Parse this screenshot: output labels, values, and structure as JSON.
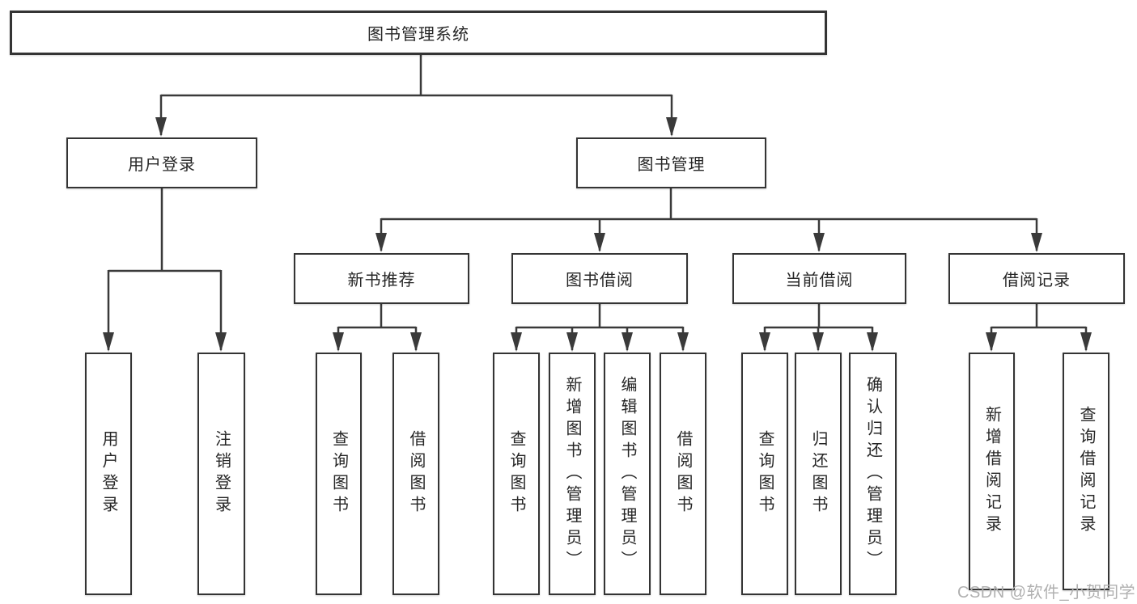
{
  "diagram": {
    "root": {
      "label": "图书管理系统"
    },
    "level2": [
      {
        "id": "user-login",
        "label": "用户登录"
      },
      {
        "id": "book-management",
        "label": "图书管理"
      }
    ],
    "level3": [
      {
        "id": "new-book-recommend",
        "label": "新书推荐",
        "parent": "图书管理"
      },
      {
        "id": "book-borrowing",
        "label": "图书借阅",
        "parent": "图书管理"
      },
      {
        "id": "current-borrowing",
        "label": "当前借阅",
        "parent": "图书管理"
      },
      {
        "id": "borrowing-records",
        "label": "借阅记录",
        "parent": "图书管理"
      }
    ],
    "leaves": [
      {
        "label": "用户登录",
        "parent": "用户登录"
      },
      {
        "label": "注销登录",
        "parent": "用户登录"
      },
      {
        "label": "查询图书",
        "parent": "新书推荐"
      },
      {
        "label": "借阅图书",
        "parent": "新书推荐"
      },
      {
        "label": "查询图书",
        "parent": "图书借阅"
      },
      {
        "label": "新增图书（管理员）",
        "parent": "图书借阅"
      },
      {
        "label": "编辑图书（管理员）",
        "parent": "图书借阅"
      },
      {
        "label": "借阅图书",
        "parent": "图书借阅"
      },
      {
        "label": "查询图书",
        "parent": "当前借阅"
      },
      {
        "label": "归还图书",
        "parent": "当前借阅"
      },
      {
        "label": "确认归还（管理员）",
        "parent": "当前借阅"
      },
      {
        "label": "新增借阅记录",
        "parent": "借阅记录"
      },
      {
        "label": "查询借阅记录",
        "parent": "借阅记录"
      }
    ],
    "watermark": "CSDN @软件_小贺同学",
    "colors": {
      "line": "#3a3a3a",
      "box_border": "#343434",
      "text": "#262626",
      "watermark": "#b0b0b0",
      "background": "#ffffff"
    }
  }
}
